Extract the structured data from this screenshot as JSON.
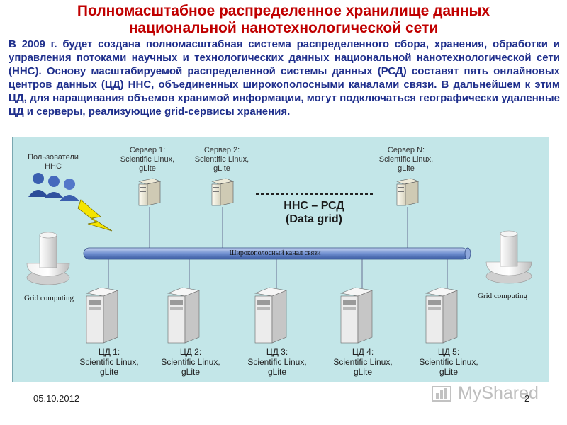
{
  "title": {
    "line1": "Полномасштабное распределенное хранилище данных",
    "line2": "национальной нанотехнологической сети"
  },
  "paragraph": "В 2009 г. будет создана полномасштабная система распределенного сбора, хранения, обработки и управления потоками научных и технологических данных национальной нанотехнологической сети (ННС). Основу масштабируемой распределенной системы данных (РСД) составят пять онлайновых центров данных (ЦД) ННС, объединенных широкополосными каналами связи. В дальнейшем к этим ЦД, для наращивания объемов хранимой информации, могут подключаться географически удаленные ЦД и серверы, реализующие grid-сервисы хранения.",
  "diagram": {
    "users": {
      "line1": "Пользователи",
      "line2": "ННС"
    },
    "servers": [
      {
        "line1": "Сервер 1:",
        "line2": "Scientific Linux,",
        "line3": "gLite"
      },
      {
        "line1": "Сервер 2:",
        "line2": "Scientific Linux,",
        "line3": "gLite"
      },
      {
        "line1": "Сервер N:",
        "line2": "Scientific Linux,",
        "line3": "gLite"
      }
    ],
    "network_label": {
      "line1": "ННС – РСД",
      "line2": "(Data grid)"
    },
    "channel_label": "Широкополосный канал связи",
    "grid_left": "Grid computing",
    "grid_right": "Grid computing",
    "data_centers": [
      {
        "line1": "ЦД 1:",
        "line2": "Scientific Linux,",
        "line3": "gLite"
      },
      {
        "line1": "ЦД 2:",
        "line2": "Scientific Linux,",
        "line3": "gLite"
      },
      {
        "line1": "ЦД 3:",
        "line2": "Scientific Linux,",
        "line3": "gLite"
      },
      {
        "line1": "ЦД 4:",
        "line2": "Scientific Linux,",
        "line3": "gLite"
      },
      {
        "line1": "ЦД 5:",
        "line2": "Scientific Linux,",
        "line3": "gLite"
      }
    ]
  },
  "footer": {
    "date": "05.10.2012",
    "page": "2"
  },
  "watermark": "MyShared",
  "colors": {
    "title": "#c00000",
    "text": "#1f2f8c",
    "diagram_bg": "#c3e6e8",
    "channel": "#6f8fd0"
  }
}
